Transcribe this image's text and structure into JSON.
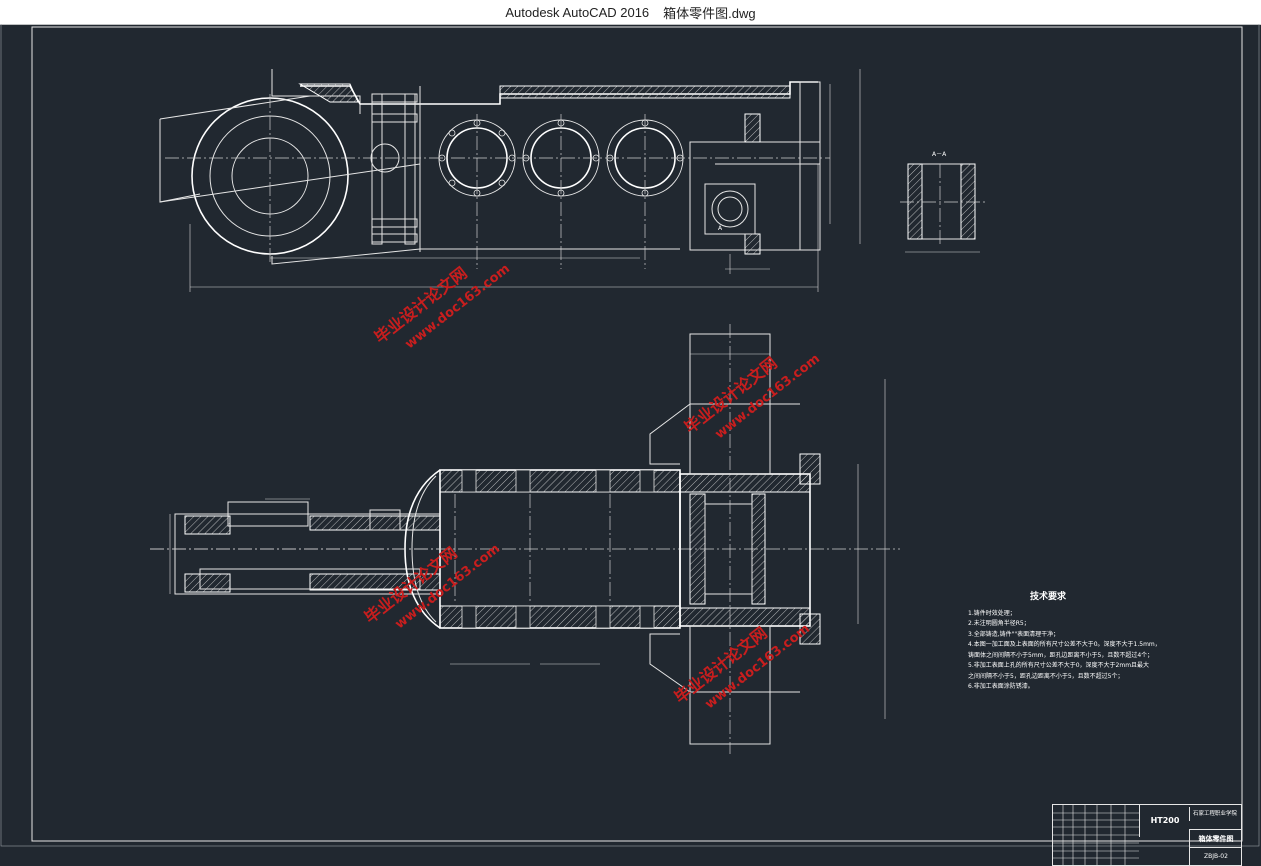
{
  "window": {
    "app_title": "Autodesk AutoCAD 2016",
    "document_title": "箱体零件图.dwg"
  },
  "drawing": {
    "section_label": "A－A",
    "section_marker": "A",
    "tech_notes": {
      "heading": "技术要求",
      "items": [
        "1.铸件时效处理；",
        "2.未注明圆角半径R5；",
        "3.全部铸造,铸件\"\"表面清理干净；",
        "4.本图一加工面及上表面的所有尺寸公差不大于0。深度不大于1.5mm，",
        "铸面体之间间隔不小于5mm，距孔边距离不小于5，且数不超过4个；",
        "5.非加工表面上孔的所有尺寸公差不大于0，深度不大于2mm且最大",
        "之间间隔不小于5，距孔边距离不小于5，且数不超过5个；",
        "6.非加工表面涂防锈漆。"
      ]
    },
    "title_block": {
      "material": "HT200",
      "school": "石家工程职业学院",
      "part_name": "箱体零件图",
      "drawing_code": "ZBJB-02"
    },
    "watermarks": [
      {
        "line1": "毕业设计论文网",
        "line2": "www.doc163.com"
      }
    ]
  },
  "colors": {
    "background": "#212830",
    "lines": "#e6e6e6",
    "watermark": "#c81e1e"
  }
}
